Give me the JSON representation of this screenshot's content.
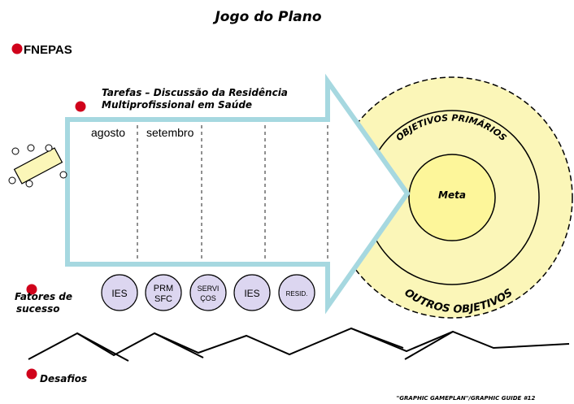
{
  "title": "Jogo do Plano",
  "org": "FNEPAS",
  "tasks": {
    "line1": "Tarefas – Discussão da Residência",
    "line2": "Multiprofissional em Saúde"
  },
  "months": [
    "agosto",
    "setembro"
  ],
  "success": {
    "label_line1": "Fatores de",
    "label_line2": "sucesso",
    "factors": [
      {
        "line1": "IES",
        "line2": ""
      },
      {
        "line1": "PRM",
        "line2": "SFC"
      },
      {
        "line1": "SERVI",
        "line2": "ÇOS"
      },
      {
        "line1": "IES",
        "line2": ""
      },
      {
        "line1": "RESID.",
        "line2": ""
      }
    ]
  },
  "challenges": "Desafios",
  "target": {
    "primary": "OBJETIVOS PRIMÁRIOS",
    "meta": "Meta",
    "other": "OUTROS OBJETIVOS"
  },
  "credit": "\"GRAPHIC GAMEPLAN\"/GRAPHIC GUIDE #12",
  "colors": {
    "bullet": "#d0021b",
    "arrow_border": "#a6d8e0",
    "target_fill": "#fbf6b8",
    "target_center": "#fdf69a",
    "factor_fill": "#dcd6f0",
    "table_fill": "#fbf6b8"
  }
}
